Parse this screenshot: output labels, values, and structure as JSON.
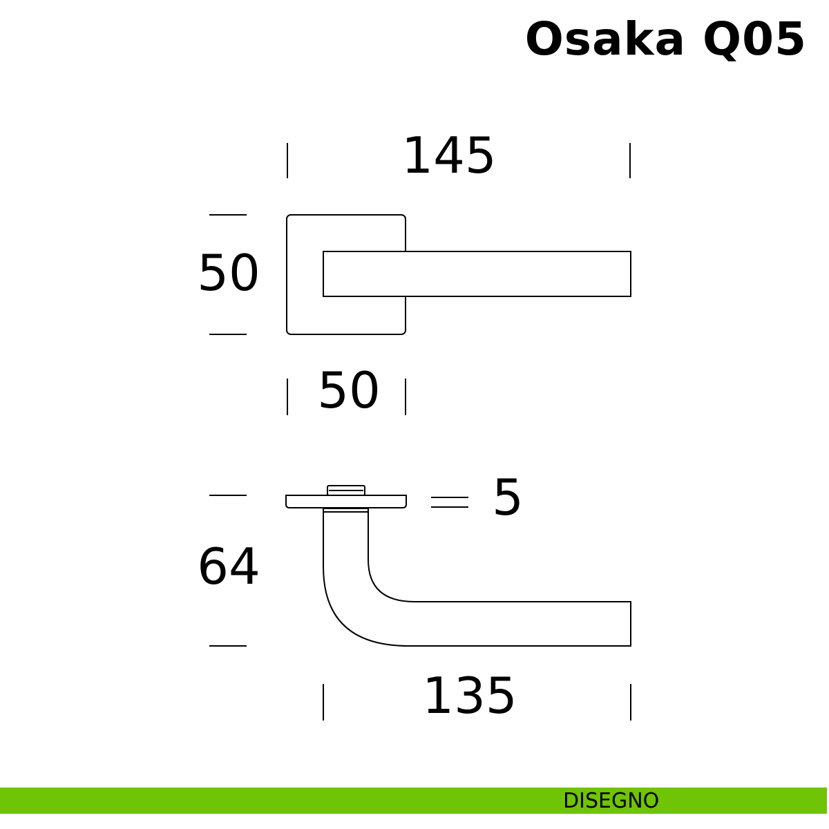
{
  "title": "Osaka Q05",
  "dimensions": {
    "top_width": "145",
    "rose_height": "50",
    "rose_width": "50",
    "rose_thickness": "5",
    "projection": "64",
    "lever_length": "135"
  },
  "footer": {
    "label": "DISEGNO",
    "color": "#6fc406"
  }
}
